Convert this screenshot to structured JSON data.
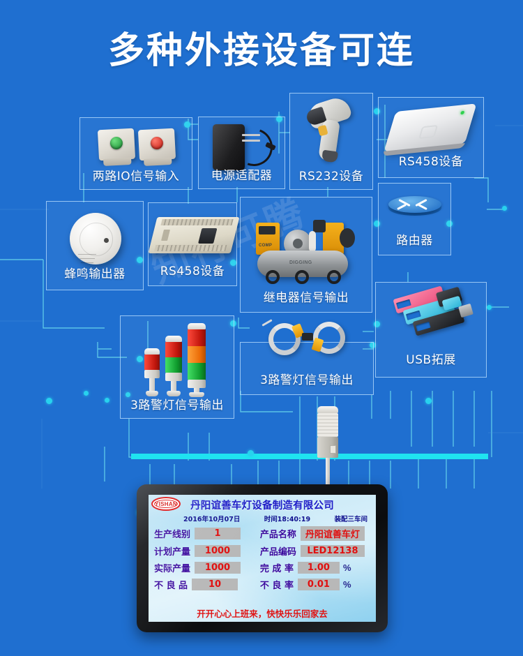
{
  "page": {
    "title": "多种外接设备可连",
    "watermark": "知行可腾"
  },
  "theme": {
    "background": "#1f6fd0",
    "line": "#5ec8e8",
    "dot": "#28d2ee",
    "card_border": "#bee1ff",
    "label": "#ffffff",
    "bar": "#1fe3f0"
  },
  "cards": [
    {
      "id": "io-input",
      "label": "两路IO信号输入",
      "icon": "io-button-box-icon"
    },
    {
      "id": "power-adapter",
      "label": "电源适配器",
      "icon": "power-adapter-icon"
    },
    {
      "id": "rs232",
      "label": "RS232设备",
      "icon": "barcode-scanner-icon"
    },
    {
      "id": "rs458-reader",
      "label": "RS458设备",
      "icon": "rfid-reader-icon"
    },
    {
      "id": "router",
      "label": "路由器",
      "icon": "router-icon"
    },
    {
      "id": "buzzer",
      "label": "蜂鸣输出器",
      "icon": "smoke-detector-icon"
    },
    {
      "id": "rs458-plc",
      "label": "RS458设备",
      "icon": "plc-module-icon"
    },
    {
      "id": "relay-output",
      "label": "继电器信号输出",
      "icon": "air-compressor-icon"
    },
    {
      "id": "usb-hub",
      "label": "USB拓展",
      "icon": "usb-hub-icon"
    },
    {
      "id": "tower-lamp",
      "label": "3路警灯信号输出",
      "icon": "tower-lamp-icon"
    },
    {
      "id": "cable-output",
      "label": "3路警灯信号输出",
      "icon": "cable-coil-icon"
    }
  ],
  "tablet": {
    "logo_text": "YISHAN",
    "company": "丹阳谊善车灯设备制造有限公司",
    "date": "2016年10月07日",
    "time": "时间18:40:19",
    "workshop": "装配三车间",
    "fields": [
      [
        {
          "label": "生产线别",
          "value": "1",
          "unit": ""
        },
        {
          "label": "产品名称",
          "value": "丹阳谊善车灯",
          "unit": ""
        }
      ],
      [
        {
          "label": "计划产量",
          "value": "1000",
          "unit": ""
        },
        {
          "label": "产品编码",
          "value": "LED12138",
          "unit": ""
        }
      ],
      [
        {
          "label": "实际产量",
          "value": "1000",
          "unit": ""
        },
        {
          "label": "完 成 率",
          "value": "1.00",
          "unit": "%"
        }
      ],
      [
        {
          "label": "不 良 品",
          "value": "10",
          "unit": ""
        },
        {
          "label": "不 良 率",
          "value": "0.01",
          "unit": "%"
        }
      ]
    ],
    "footer": "开开心心上班来，快快乐乐回家去"
  }
}
